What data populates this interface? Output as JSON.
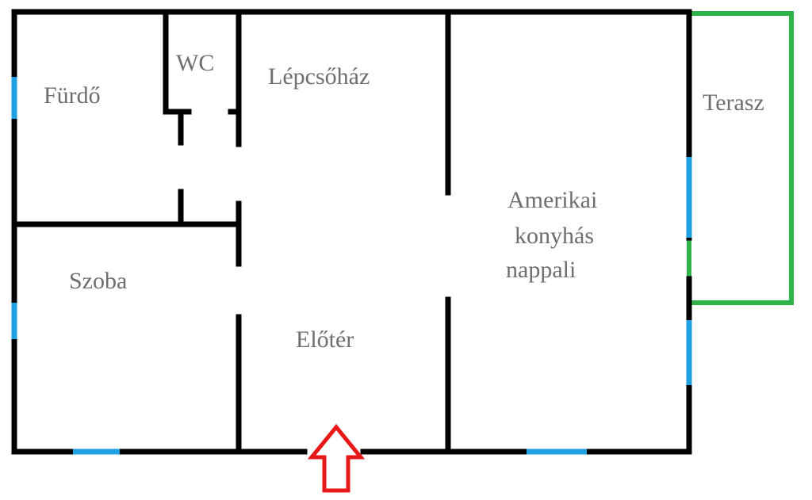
{
  "rooms": {
    "furdo": "Fürdő",
    "wc": "WC",
    "lepcsohaz": "Lépcsőház",
    "terasz": "Terasz",
    "nappali": [
      "Amerikai",
      "konyhás",
      "nappali"
    ],
    "szoba": "Szoba",
    "eloter": "Előtér"
  },
  "colors": {
    "wall": "#000000",
    "window": "#1fa0e0",
    "terrace_outline": "#2fb24a",
    "entrance_arrow": "#e81818",
    "label": "#6e6e6e"
  },
  "icons": {
    "entrance": "up-arrow-outline-icon"
  }
}
